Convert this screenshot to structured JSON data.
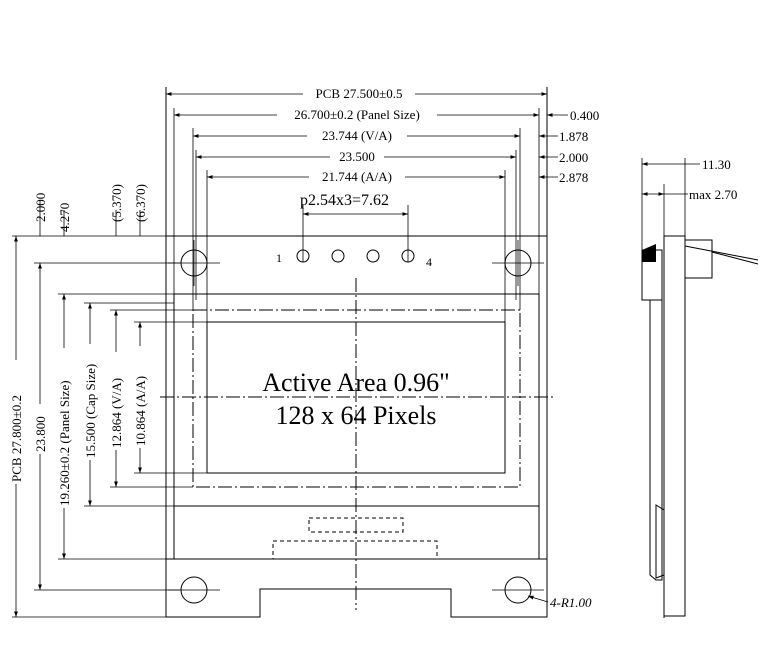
{
  "dimensions": {
    "pcb_width": "PCB 27.500±0.5",
    "panel_width": "26.700±0.2 (Panel Size)",
    "va_width": "23.744 (V/A)",
    "width_23500": "23.500",
    "aa_width": "21.744 (A/A)",
    "right_0400": "0.400",
    "right_1878": "1.878",
    "right_2000": "2.000",
    "right_2878": "2.878",
    "pin_pitch": "p2.54x3=7.62",
    "left_2000": "2.000",
    "left_4270": "4.270",
    "left_5370": "(5.370)",
    "left_6370": "(6.370)",
    "pcb_height": "PCB 27.800±0.2",
    "height_23800": "23.800",
    "panel_height": "19.260±0.2 (Panel Size)",
    "cap_height": "15.500 (Cap Size)",
    "va_height": "12.864 (V/A)",
    "aa_height": "10.864 (A/A)",
    "side_thickness": "11.30",
    "side_max": "max 2.70",
    "hole_radius": "4-R1.00"
  },
  "pins": {
    "first": "1",
    "last": "4"
  },
  "active_area": {
    "line1": "Active Area 0.96\"",
    "line2": "128 x 64 Pixels"
  }
}
